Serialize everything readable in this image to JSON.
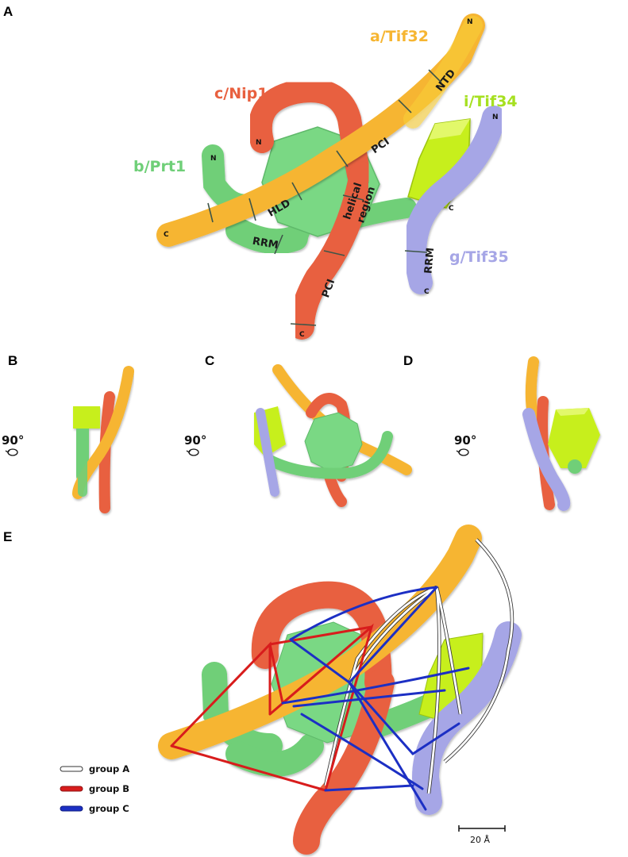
{
  "panels": {
    "A": "A",
    "B": "B",
    "C": "C",
    "D": "D",
    "E": "E"
  },
  "proteins": {
    "a": {
      "label": "a/Tif32",
      "color": "#f6b531"
    },
    "c": {
      "label": "c/Nip1",
      "color": "#e8603f"
    },
    "b": {
      "label": "b/Prt1",
      "color": "#6fcf78"
    },
    "i": {
      "label": "i/Tif34",
      "color": "#b4e81e"
    },
    "g": {
      "label": "g/Tif35",
      "color": "#a6a6e6"
    }
  },
  "domains": {
    "ntd": "NTD",
    "pci_a": "PCI",
    "hld": "HLD",
    "rrm_b": "RRM",
    "helical": "helical",
    "region": "region",
    "pci_c": "PCI",
    "rrm_g": "RRM"
  },
  "termini": {
    "a_n": "N",
    "a_c": "C",
    "c_n": "N",
    "c_c": "C",
    "b_n": "N",
    "b_c": "C",
    "g_n": "N",
    "g_c": "C"
  },
  "rotation": {
    "B": "90°",
    "C": "90°",
    "D": "90°"
  },
  "legend": {
    "group_a": {
      "label": "group A",
      "color": "#ffffff"
    },
    "group_b": {
      "label": "group B",
      "color": "#d81c1c"
    },
    "group_c": {
      "label": "group C",
      "color": "#1c2fc4"
    }
  },
  "scale_bar": "20 Å"
}
